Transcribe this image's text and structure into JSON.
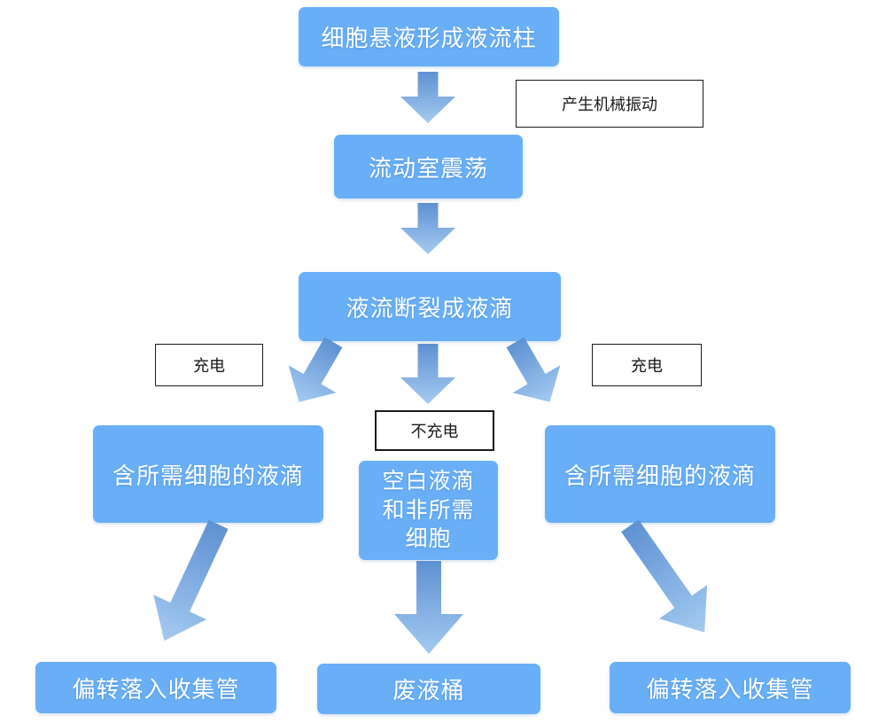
{
  "colors": {
    "background": "#ffffff",
    "node_fill": "#68aff7",
    "node_text": "#ffffff",
    "arrow_gradient_start": "#5e91d2",
    "arrow_gradient_end": "#a4caf1",
    "annotation_border": "#1a1a1a",
    "annotation_text": "#1a1a1a"
  },
  "nodes": {
    "cell_suspension": {
      "label": "细胞悬液形成液流柱"
    },
    "flow_chamber": {
      "label": "流动室震荡"
    },
    "stream_breakup": {
      "label": "液流断裂成液滴"
    },
    "desired_cells_left": {
      "label": "含所需细胞的液滴"
    },
    "blank_droplets": {
      "label": "空白液滴和非所需细胞",
      "lines": [
        "空白液滴",
        "和非所需",
        "细胞"
      ]
    },
    "desired_cells_right": {
      "label": "含所需细胞的液滴"
    },
    "collection_tube_left": {
      "label": "偏转落入收集管"
    },
    "waste_bucket": {
      "label": "废液桶"
    },
    "collection_tube_right": {
      "label": "偏转落入收集管"
    }
  },
  "annotations": {
    "mechanical_vibration": {
      "label": "产生机械振动"
    },
    "charge_left": {
      "label": "充电"
    },
    "no_charge": {
      "label": "不充电"
    },
    "charge_right": {
      "label": "充电"
    }
  }
}
